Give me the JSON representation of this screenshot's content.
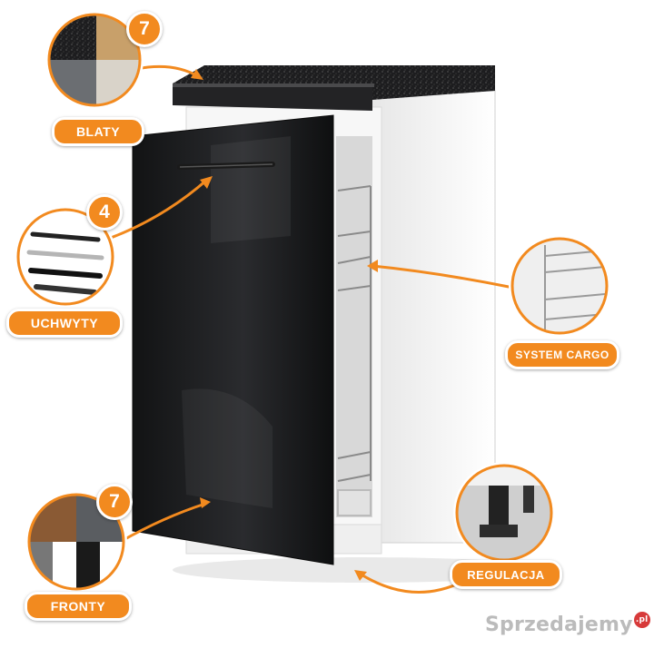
{
  "callouts": {
    "blaty": {
      "label": "BLATY",
      "count": "7"
    },
    "uchwyty": {
      "label": "UCHWYTY",
      "count": "4"
    },
    "system_cargo": {
      "label": "SYSTEM CARGO"
    },
    "regulacja": {
      "label": "REGULACJA"
    },
    "fronty": {
      "label": "FRONTY",
      "count": "7"
    }
  },
  "watermark": {
    "text": "Sprzedajemy",
    "suffix": ".pl"
  },
  "colors": {
    "accent": "#f28a1f",
    "front": "#1b1c1e",
    "carcass": "#f4f4f4",
    "countertop": "#2a2a2c"
  }
}
